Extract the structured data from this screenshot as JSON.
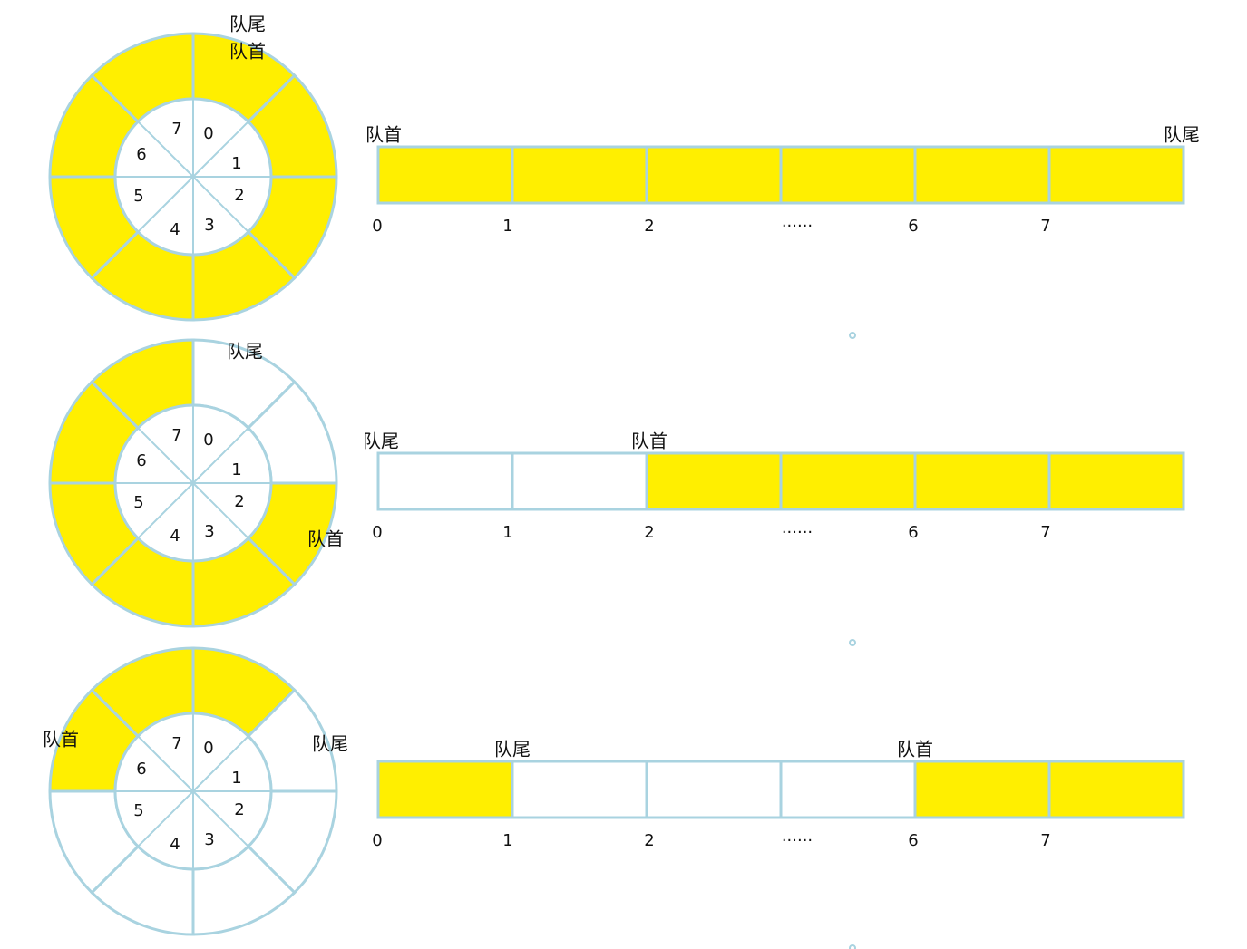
{
  "colors": {
    "fill": "#ffef00",
    "empty": "#ffffff",
    "stroke": "#a9d3e0",
    "text": "#111111"
  },
  "diagrams": [
    {
      "ring": {
        "slot_labels": [
          "0",
          "1",
          "2",
          "3",
          "4",
          "5",
          "6",
          "7"
        ],
        "filled": [
          true,
          true,
          true,
          true,
          true,
          true,
          true,
          true
        ],
        "pointers": [
          {
            "text": "队尾"
          },
          {
            "text": "队首"
          }
        ]
      },
      "array": {
        "filled": [
          true,
          true,
          true,
          true,
          true,
          true
        ],
        "index_labels": [
          "0",
          "1",
          "2",
          "······",
          "6",
          "7"
        ],
        "pointers": [
          {
            "text": "队首"
          },
          {
            "text": "队尾"
          }
        ]
      }
    },
    {
      "ring": {
        "slot_labels": [
          "0",
          "1",
          "2",
          "3",
          "4",
          "5",
          "6",
          "7"
        ],
        "filled": [
          false,
          false,
          true,
          true,
          true,
          true,
          true,
          true
        ],
        "pointers": [
          {
            "text": "队尾"
          },
          {
            "text": "队首"
          }
        ]
      },
      "array": {
        "filled": [
          false,
          false,
          true,
          true,
          true,
          true
        ],
        "index_labels": [
          "0",
          "1",
          "2",
          "······",
          "6",
          "7"
        ],
        "pointers": [
          {
            "text": "队尾"
          },
          {
            "text": "队首"
          }
        ]
      }
    },
    {
      "ring": {
        "slot_labels": [
          "0",
          "1",
          "2",
          "3",
          "4",
          "5",
          "6",
          "7"
        ],
        "filled": [
          true,
          false,
          false,
          false,
          false,
          false,
          true,
          true
        ],
        "pointers": [
          {
            "text": "队首"
          },
          {
            "text": "队尾"
          }
        ]
      },
      "array": {
        "filled": [
          true,
          false,
          false,
          false,
          true,
          true
        ],
        "index_labels": [
          "0",
          "1",
          "2",
          "······",
          "6",
          "7"
        ],
        "pointers": [
          {
            "text": "队尾"
          },
          {
            "text": "队首"
          }
        ]
      }
    }
  ]
}
